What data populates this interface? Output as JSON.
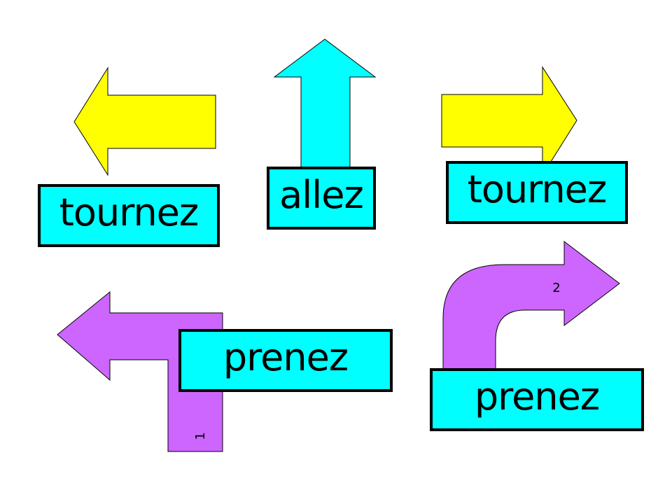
{
  "labels": {
    "turn_left": "tournez",
    "go_straight": "allez",
    "turn_right": "tournez",
    "take_left": "prenez",
    "take_right": "prenez"
  },
  "numbers": {
    "take_left": "1",
    "take_right": "2"
  },
  "colors": {
    "yellow_arrow": "#ffff00",
    "cyan_arrow": "#00ffff",
    "purple_arrow": "#cc66ff",
    "label_fill": "#00ffff",
    "outline": "#000000"
  }
}
